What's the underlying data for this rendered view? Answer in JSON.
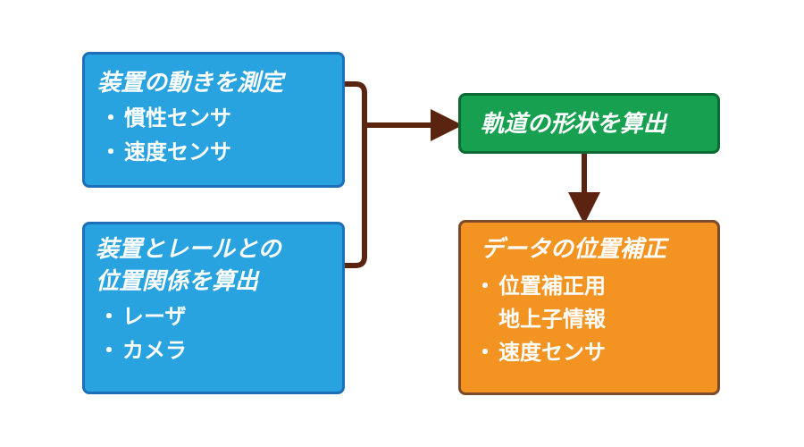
{
  "box_measure": {
    "title": "装置の動きを測定",
    "items": [
      "慣性センサ",
      "速度センサ"
    ]
  },
  "box_relation": {
    "title_line1": "装置とレールとの",
    "title_line2": "位置関係を算出",
    "items": [
      "レーザ",
      "カメラ"
    ]
  },
  "box_track": {
    "title": "軌道の形状を算出"
  },
  "box_correct": {
    "title": "データの位置補正",
    "item1_line1": "位置補正用",
    "item1_line2": "地上子情報",
    "item2": "速度センサ"
  },
  "bullet": "・",
  "colors": {
    "blue_fill": "#29a3e0",
    "blue_border": "#1d6fb8",
    "green_fill": "#17a050",
    "green_border": "#0d6a35",
    "orange_fill": "#f39321",
    "orange_border": "#7a4a2a",
    "connector": "#5a2410"
  }
}
